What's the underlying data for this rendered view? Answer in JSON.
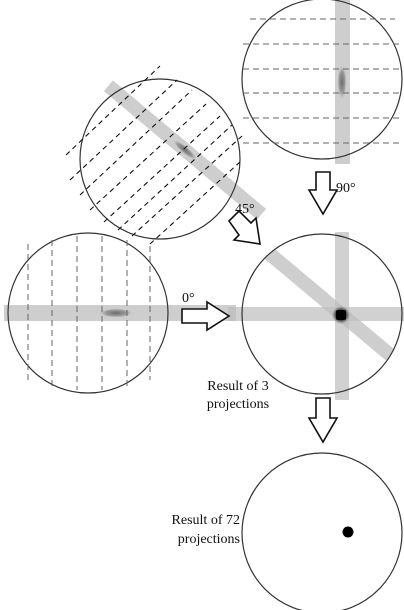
{
  "labels": {
    "angle_90": "90°",
    "angle_45": "45°",
    "angle_0": "0°",
    "result_3_line1": "Result of 3",
    "result_3_line2": "projections",
    "result_72_line1": "Result of 72",
    "result_72_line2": "projections"
  },
  "colors": {
    "outline": "#333333",
    "arrow_fill": "#ffffff",
    "arrow_stroke": "#111111",
    "dash_line": "#666666",
    "smear": "#bdbdbd",
    "dot": "#000000"
  },
  "icons": {
    "arrow": "outlined-block-arrow",
    "reconstruction_point": "filled-dot"
  }
}
